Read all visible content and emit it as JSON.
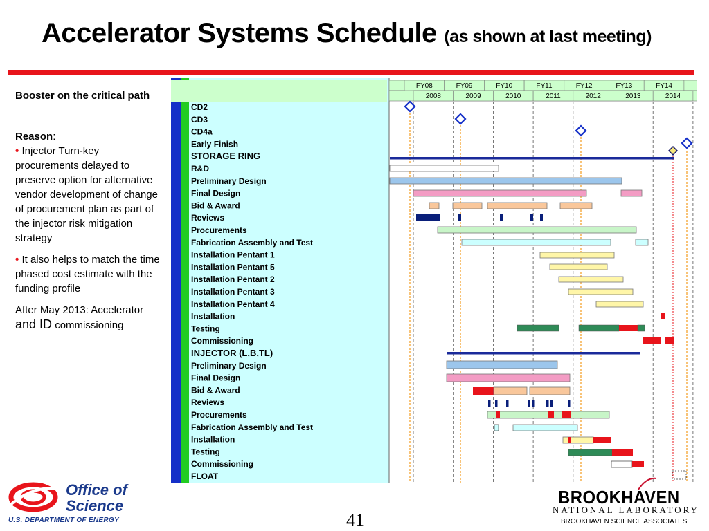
{
  "title": {
    "main": "Accelerator Systems Schedule",
    "sub": "(as shown at last meeting)"
  },
  "left_panel": {
    "heading": "Booster on the critical path",
    "reason_label": "Reason",
    "reason_colon": ":",
    "bullet_glyph": "•",
    "bullets": [
      "Injector Turn-key procurements delayed to preserve option for alternative vendor development of change of procurement plan as part of the injector risk mitigation strategy",
      "It also helps to match the time phased cost estimate with the funding profile"
    ],
    "after_text": "After May 2013:  Accelerator",
    "after_big": "and ID",
    "after_end": "commissioning"
  },
  "fiscal_years": [
    "FY08",
    "FY09",
    "FY10",
    "FY11",
    "FY12",
    "FY13",
    "FY14"
  ],
  "calendar_years": [
    "2008",
    "2009",
    "2010",
    "2011",
    "2012",
    "2013",
    "2014"
  ],
  "tasks": [
    {
      "label": "CD2",
      "section": false
    },
    {
      "label": "CD3",
      "section": false
    },
    {
      "label": "CD4a",
      "section": false
    },
    {
      "label": "Early Finish",
      "section": false
    },
    {
      "label": "STORAGE RING",
      "section": true
    },
    {
      "label": "R&D",
      "section": false
    },
    {
      "label": "Preliminary Design",
      "section": false
    },
    {
      "label": "Final Design",
      "section": false
    },
    {
      "label": "Bid & Award",
      "section": false
    },
    {
      "label": "Reviews",
      "section": false
    },
    {
      "label": "Procurements",
      "section": false
    },
    {
      "label": "Fabrication Assembly and Test",
      "section": false
    },
    {
      "label": "Installation Pentant 1",
      "section": false
    },
    {
      "label": "Installation Pentant 5",
      "section": false
    },
    {
      "label": "Installation Pentant 2",
      "section": false
    },
    {
      "label": "Installation Pentant 3",
      "section": false
    },
    {
      "label": "Installation Pentant 4",
      "section": false
    },
    {
      "label": "Installation",
      "section": false
    },
    {
      "label": "Testing",
      "section": false
    },
    {
      "label": "Commissioning",
      "section": false
    },
    {
      "label": "INJECTOR (L,B,TL)",
      "section": true
    },
    {
      "label": "Preliminary Design",
      "section": false
    },
    {
      "label": "Final Design",
      "section": false
    },
    {
      "label": "Bid & Award",
      "section": false
    },
    {
      "label": "Reviews",
      "section": false
    },
    {
      "label": "Procurements",
      "section": false
    },
    {
      "label": "Fabrication Assembly and Test",
      "section": false
    },
    {
      "label": "Installation",
      "section": false
    },
    {
      "label": "Testing",
      "section": false
    },
    {
      "label": "Commissioning",
      "section": false
    },
    {
      "label": "FLOAT",
      "section": false
    }
  ],
  "colors": {
    "accent_red": "#e8141b",
    "label_bg": "#ccffff",
    "stripe_blue": "#1530c8",
    "stripe_green": "#22cc22",
    "doe_blue": "#1b3a8c"
  },
  "footer": {
    "office_line1": "Office of",
    "office_line2": "Science",
    "doe": "U.S. DEPARTMENT OF ENERGY",
    "page_number": "41",
    "bnl_name": "BROOKHAVEN",
    "bnl_lab": "NATIONAL LABORATORY",
    "bnl_assoc": "BROOKHAVEN SCIENCE ASSOCIATES"
  }
}
